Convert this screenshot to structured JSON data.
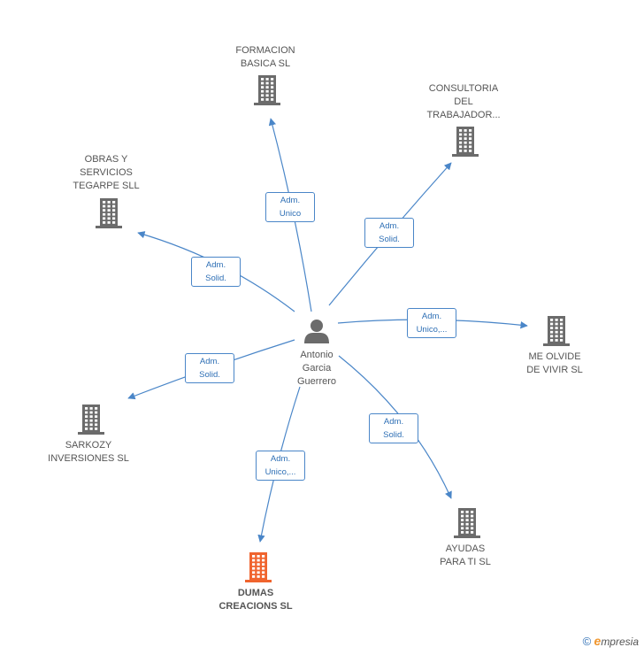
{
  "person": {
    "name": "Antonio Garcia Guerrero",
    "lines": [
      "Antonio",
      "Garcia",
      "Guerrero"
    ]
  },
  "companies": [
    {
      "id": "formacion",
      "lines": [
        "FORMACION",
        "BASICA SL"
      ],
      "highlight": false
    },
    {
      "id": "consultoria",
      "lines": [
        "CONSULTORIA",
        "DEL",
        "TRABAJADOR..."
      ],
      "highlight": false
    },
    {
      "id": "obras",
      "lines": [
        "OBRAS Y",
        "SERVICIOS",
        "TEGARPE SLL"
      ],
      "highlight": false
    },
    {
      "id": "meolvide",
      "lines": [
        "ME OLVIDE",
        "DE VIVIR  SL"
      ],
      "highlight": false
    },
    {
      "id": "sarkozy",
      "lines": [
        "SARKOZY",
        "INVERSIONES SL"
      ],
      "highlight": false
    },
    {
      "id": "ayudas",
      "lines": [
        "AYUDAS",
        "PARA TI SL"
      ],
      "highlight": false
    },
    {
      "id": "dumas",
      "lines": [
        "DUMAS",
        "CREACIONS SL"
      ],
      "highlight": true
    }
  ],
  "edges": [
    {
      "to": "formacion",
      "lines": [
        "Adm.",
        "Unico"
      ]
    },
    {
      "to": "consultoria",
      "lines": [
        "Adm.",
        "Solid."
      ]
    },
    {
      "to": "obras",
      "lines": [
        "Adm.",
        "Solid."
      ]
    },
    {
      "to": "meolvide",
      "lines": [
        "Adm.",
        "Unico,..."
      ]
    },
    {
      "to": "sarkozy",
      "lines": [
        "Adm.",
        "Solid."
      ]
    },
    {
      "to": "ayudas",
      "lines": [
        "Adm.",
        "Solid."
      ]
    },
    {
      "to": "dumas",
      "lines": [
        "Adm.",
        "Unico,..."
      ]
    }
  ],
  "colors": {
    "edge": "#4a86c8",
    "building": "#6b6b6b",
    "building_highlight": "#f0642e",
    "person": "#6b6b6b"
  },
  "icons": {
    "company": "building-icon",
    "person": "person-icon"
  },
  "watermark": {
    "copyright": "©",
    "brand_e": "e",
    "brand_rest": "mpresia"
  }
}
